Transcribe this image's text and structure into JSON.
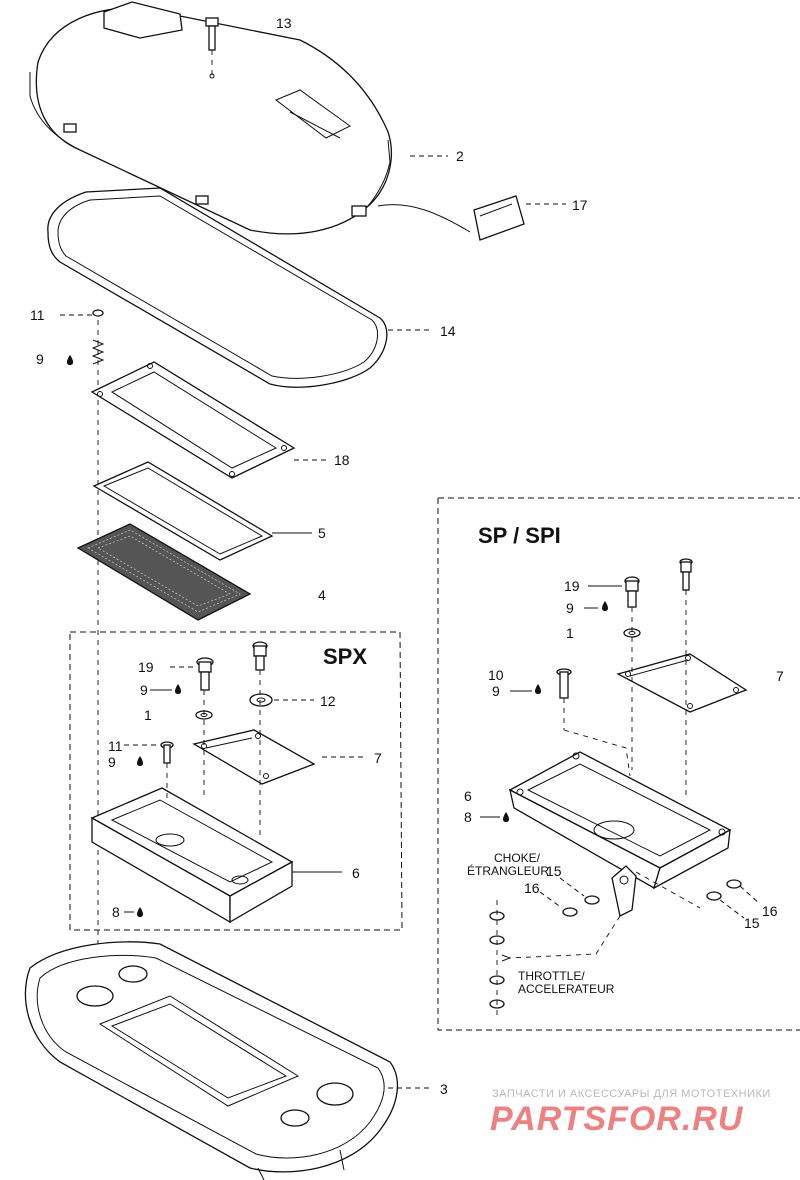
{
  "sections": {
    "spx": "SPX",
    "sp_spi": "SP / SPI"
  },
  "callouts": {
    "c13": "13",
    "c2": "2",
    "c17": "17",
    "c14": "14",
    "c11": "11",
    "c9": "9",
    "c18": "18",
    "c5": "5",
    "c4": "4",
    "spx_19": "19",
    "spx_9a": "9",
    "spx_12": "12",
    "spx_1": "1",
    "spx_11": "11",
    "spx_9b": "9",
    "spx_7": "7",
    "spx_6": "6",
    "spx_8": "8",
    "c3": "3",
    "sp_19": "19",
    "sp_9a": "9",
    "sp_1": "1",
    "sp_10": "10",
    "sp_9b": "9",
    "sp_7": "7",
    "sp_6": "6",
    "sp_8": "8",
    "sp_15a": "15",
    "sp_16a": "16",
    "sp_16b": "16",
    "sp_15b": "15"
  },
  "notes": {
    "choke_1": "CHOKE/",
    "choke_2": "ÉTRANGLEUR",
    "throttle_1": "THROTTLE/",
    "throttle_2": "ACCELERATEUR"
  },
  "watermark": {
    "line1": "ЗАПЧАСТИ И АКСЕССУАРЫ ДЛЯ МОТОТЕХНИКИ",
    "brand": "PARTSFOR.RU",
    "brand_color": "#f08080"
  }
}
